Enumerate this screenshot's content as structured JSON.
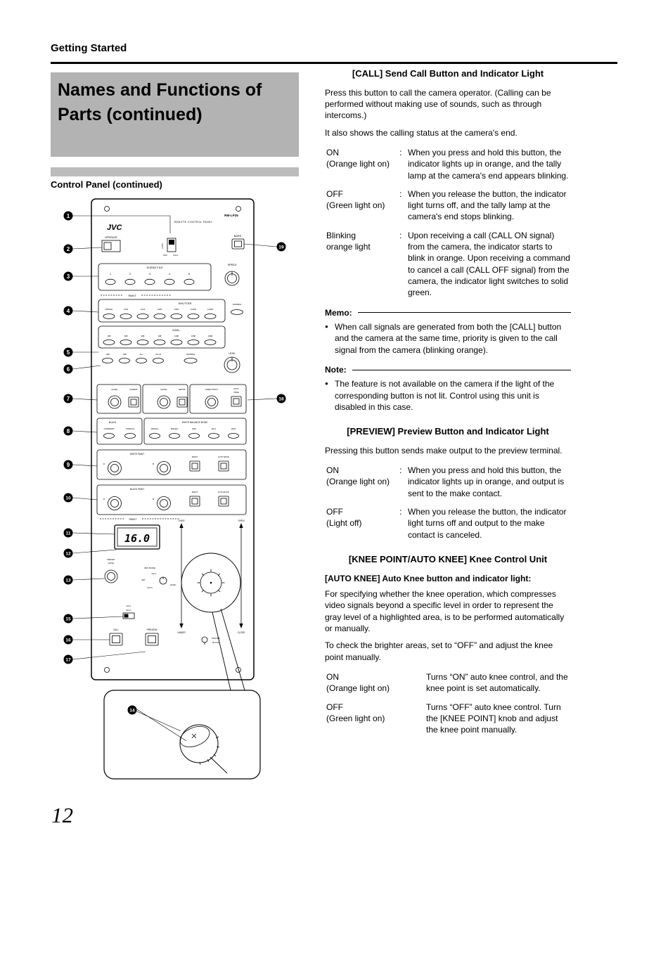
{
  "page": {
    "section": "Getting Started",
    "title": "Names and Functions of Parts (continued)",
    "subtitle": "Control Panel (continued)",
    "page_number": "12"
  },
  "punct": {
    "colon": ":"
  },
  "diagram": {
    "brand": "JVC",
    "model": "RM-LP25",
    "panel_title": "REMOTE CONTROL PANEL",
    "operate": "OPERATE",
    "lock": "LOCK",
    "off": "OFF",
    "full": "FULL",
    "bars": "BARS",
    "scene_file": "SCENE FILE",
    "scene_numbers": [
      "1",
      "2",
      "3",
      "4",
      "5"
    ],
    "speed": "SPEED",
    "divider_paint": "PAINT",
    "shutter": "SHUTTER",
    "shutter_buttons": [
      "NORMAL",
      "1/100",
      "1/120",
      "1/250",
      "1/500",
      "1/1000",
      "1/2000"
    ],
    "variable": "VARIABLE",
    "gain": "GAIN",
    "gain_buttons": [
      "0dB",
      "3dB",
      "6dB",
      "9dB",
      "12dB",
      "15dB",
      "18dB"
    ],
    "gain_row2": [
      "-3dB",
      "-6dB",
      "ALC",
      "LOLUX"
    ],
    "level": "LEVEL",
    "gamma": "GAMMA",
    "detail": "DETAIL",
    "knee_point": "KNEE POINT",
    "auto_knee_1": "AUTO",
    "auto_knee_2": "KNEE",
    "black": "BLACK",
    "compress": "COMPRESS",
    "stretch": "STRETCH",
    "white_balance_mode": "WHITE BALANCE MODE",
    "wb_buttons": [
      "MANUAL",
      "PRESET",
      "FAW",
      "AW A",
      "AW B"
    ],
    "white_paint": "WHITE PAINT",
    "black_paint": "BLACK PAINT",
    "r": "R",
    "b": "B",
    "paint": "PAINT",
    "auto_white": "AUTO WHITE",
    "auto_black": "AUTO BLACK",
    "display_value": "16.0",
    "over": "OVER",
    "under": "UNDER",
    "open": "OPEN",
    "close": "CLOSE",
    "preset": "PRESET",
    "iris_mode": "IRIS MODE",
    "set": "SET",
    "auto": "AUTO",
    "tally": "TALLY",
    "call": "CALL",
    "preview": "PREVIEW",
    "master": "MASTER",
    "callouts": [
      "1",
      "2",
      "3",
      "4",
      "5",
      "6",
      "7",
      "8",
      "9",
      "10",
      "11",
      "12",
      "13",
      "14",
      "15",
      "16",
      "17",
      "18",
      "19"
    ]
  },
  "call_section": {
    "heading": "[CALL] Send Call Button and Indicator Light",
    "p1": "Press this button to call the camera operator. (Calling can be performed without making use of sounds, such as through intercoms.)",
    "p2": "It also shows the calling status at the camera's end.",
    "rows": [
      {
        "term": "ON",
        "sub": "(Orange light on)",
        "desc": "When you press and hold this button, the indicator lights up in orange, and the tally lamp at the camera's end appears blinking."
      },
      {
        "term": "OFF",
        "sub": "(Green light on)",
        "desc": "When you release the button, the indicator light turns off, and the tally lamp at the camera's end stops blinking."
      },
      {
        "term": "Blinking",
        "sub": "orange light",
        "desc": "Upon receiving a call (CALL ON signal) from the camera, the indicator starts to blink in orange. Upon receiving a command to cancel a call (CALL OFF signal) from the camera, the indicator light switches to solid green."
      }
    ],
    "memo_label": "Memo:",
    "memo": "When call signals are generated from both the [CALL] button and the camera at the same time, priority is given to the call signal from the camera (blinking orange).",
    "note_label": "Note:",
    "note": "The feature is not available on the camera if the light of the corresponding button is not lit. Control using this unit is disabled in this case."
  },
  "preview_section": {
    "heading": "[PREVIEW] Preview Button and Indicator Light",
    "p1": "Pressing this button sends make output to the preview terminal.",
    "rows": [
      {
        "term": "ON",
        "sub": "(Orange light on)",
        "desc": "When you press and hold this button, the indicator lights up in orange, and output is sent to the make contact."
      },
      {
        "term": "OFF",
        "sub": "(Light off)",
        "desc": "When you release the button, the indicator light turns off and output to the make contact is canceled."
      }
    ]
  },
  "knee_section": {
    "heading": "[KNEE POINT/AUTO KNEE] Knee Control Unit",
    "subheading": "[AUTO KNEE] Auto Knee button and indicator light:",
    "p1": "For specifying whether the knee operation, which compresses video signals beyond a specific level in order to represent the gray level of a highlighted area, is to be performed automatically or manually.",
    "p2": "To check the brighter areas, set to “OFF” and adjust the knee point manually.",
    "rows": [
      {
        "term": "ON",
        "sub": "(Orange light on)",
        "desc": "Turns “ON” auto knee control, and the knee point is set automatically."
      },
      {
        "term": "OFF",
        "sub": "(Green light on)",
        "desc": "Turns “OFF” auto knee control. Turn the [KNEE POINT] knob and adjust the knee point manually."
      }
    ]
  }
}
